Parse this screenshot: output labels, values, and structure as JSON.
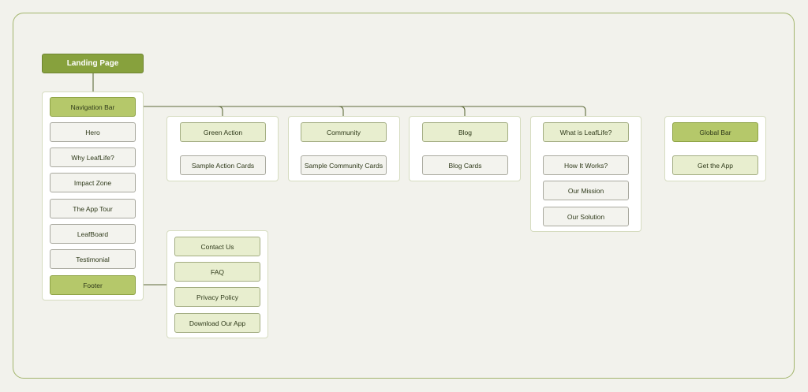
{
  "root": {
    "label": "Landing Page"
  },
  "sections": {
    "navigation_bar": "Navigation Bar",
    "hero": "Hero",
    "why": "Why LeafLife?",
    "impact": "Impact Zone",
    "tour": "The App Tour",
    "leafboard": "LeafBoard",
    "testimonial": "Testimonial",
    "footer": "Footer"
  },
  "nav_groups": {
    "green_action": {
      "title": "Green Action",
      "child": "Sample Action Cards"
    },
    "community": {
      "title": "Community",
      "child": "Sample Community Cards"
    },
    "blog": {
      "title": "Blog",
      "child": "Blog Cards"
    },
    "what_is": {
      "title": "What is LeafLife?",
      "children": [
        "How It Works?",
        "Our Mission",
        "Our Solution"
      ]
    },
    "global_bar": {
      "title": "Global Bar",
      "child": "Get the App"
    }
  },
  "footer_items": [
    "Contact Us",
    "FAQ",
    "Privacy Policy",
    "Download Our App"
  ],
  "colors": {
    "frame_border": "#a3b56d",
    "dark_green": "#87a13d",
    "mid_green": "#b5c86a",
    "soft_green": "#e8eecf",
    "connector": "#5e6b3a"
  }
}
